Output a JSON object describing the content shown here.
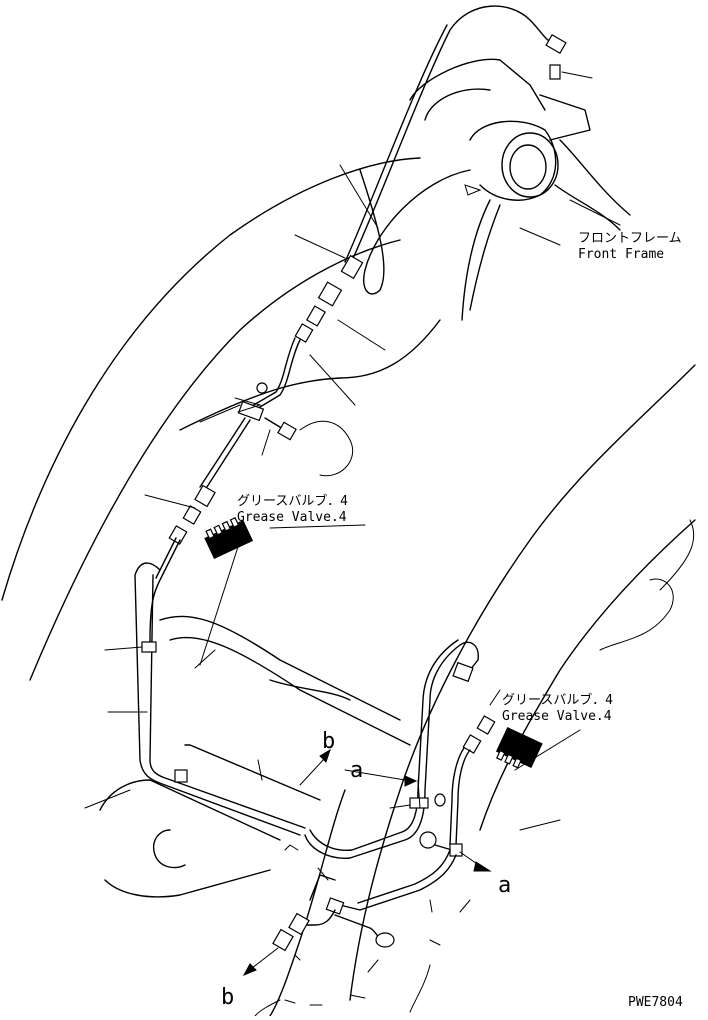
{
  "labels": {
    "front_frame_jp": "フロントフレーム",
    "front_frame_en": "Front Frame",
    "grease_valve_top_jp": "グリースバルブ．4",
    "grease_valve_top_en": "Grease Valve.4",
    "grease_valve_right_jp": "グリースバルブ．4",
    "grease_valve_right_en": "Grease Valve.4"
  },
  "arrow_marks": {
    "a_upper": "a",
    "a_lower": "a",
    "b_upper": "b",
    "b_lower": "b"
  },
  "drawing_code": "PWE7804"
}
